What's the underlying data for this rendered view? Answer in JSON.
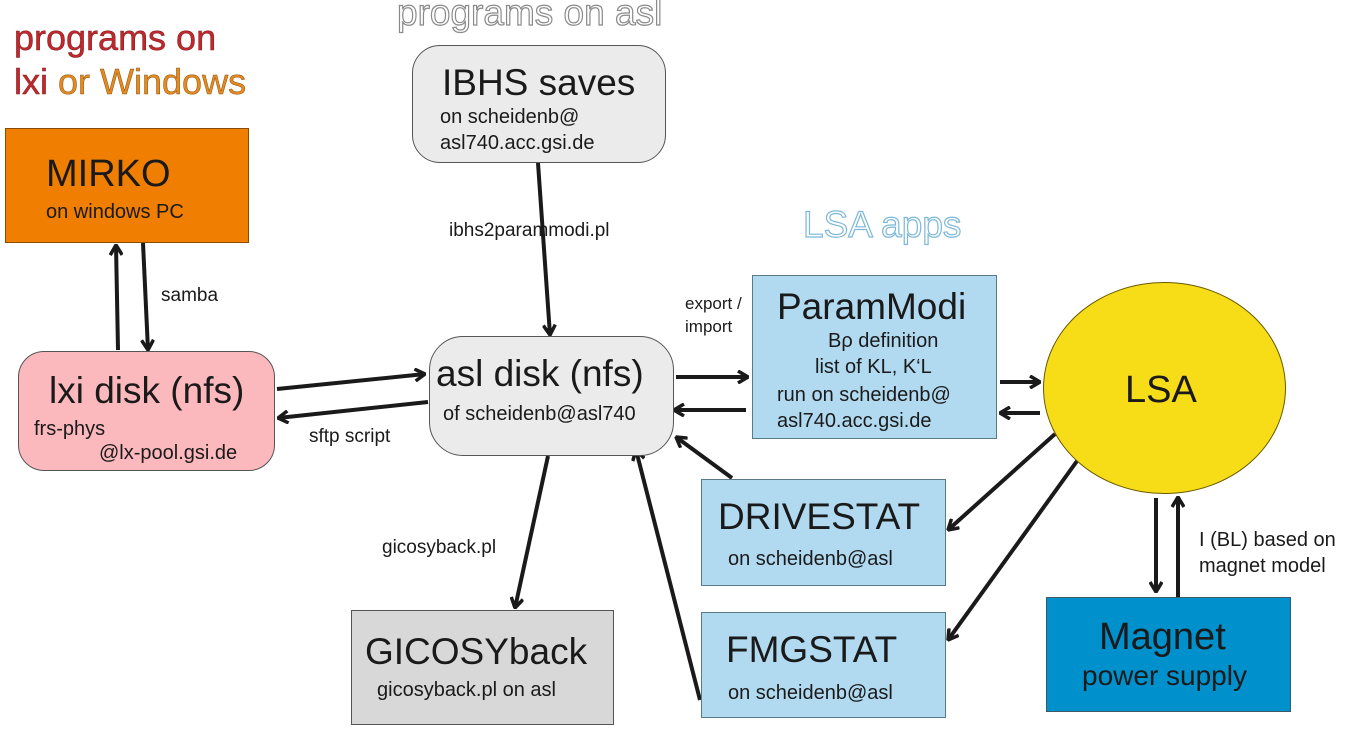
{
  "headings": {
    "lxi_windows_line1": "programs on",
    "lxi_windows_line2_a": "lxi",
    "lxi_windows_line2_b": "or Windows",
    "asl": "programs on asl",
    "lsa_apps": "LSA apps"
  },
  "nodes": {
    "mirko": {
      "title": "MIRKO",
      "subtitle": "on windows PC",
      "color": "#f07e00"
    },
    "ibhs": {
      "title": "IBHS saves",
      "line1": "on scheidenb@",
      "line2": "asl740.acc.gsi.de",
      "color": "#ebebeb"
    },
    "lxi_disk": {
      "title": "lxi disk (nfs)",
      "line1": "frs-phys",
      "line2": "@lx-pool.gsi.de",
      "color": "#fbb8bd"
    },
    "asl_disk": {
      "title": "asl disk (nfs)",
      "subtitle": "of scheidenb@asl740",
      "color": "#ebebeb"
    },
    "parammodi": {
      "title": "ParamModi",
      "line1": "Bρ definition",
      "line2": "list of KL, K‘L",
      "line3": "run on scheidenb@",
      "line4": "asl740.acc.gsi.de",
      "color": "#b1daf1"
    },
    "lsa": {
      "title": "LSA",
      "color": "#f7dc18"
    },
    "drivestat": {
      "title": "DRIVESTAT",
      "subtitle": "on scheidenb@asl",
      "color": "#b1daf1"
    },
    "fmgstat": {
      "title": "FMGSTAT",
      "subtitle": "on scheidenb@asl",
      "color": "#b1daf1"
    },
    "gicosyback": {
      "title": "GICOSYback",
      "subtitle": "gicosyback.pl on asl",
      "color": "#d8d8d8"
    },
    "magnet": {
      "title": "Magnet",
      "subtitle": "power supply",
      "color": "#0090cc"
    }
  },
  "edge_labels": {
    "samba": "samba",
    "sftp": "sftp script",
    "ibhs2parammodi": "ibhs2parammodi.pl",
    "export_import_1": "export /",
    "export_import_2": "import",
    "gicosyback": "gicosyback.pl",
    "magnet_model_1": "I (BL) based on",
    "magnet_model_2": "magnet model"
  },
  "colors": {
    "heading_red": "#c0282d",
    "heading_orange": "#e58a1f",
    "heading_gray": "#9a9a9a",
    "heading_blue": "#8cc3e3",
    "arrow": "#1a1a1a"
  }
}
